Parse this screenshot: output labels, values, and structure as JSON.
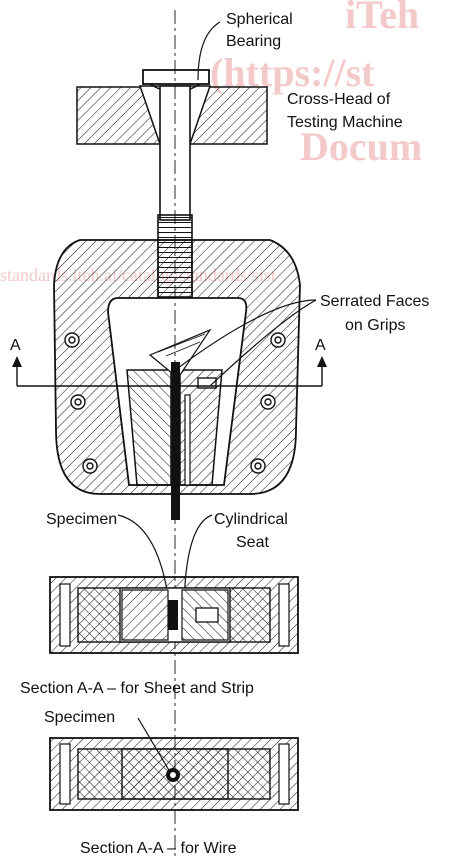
{
  "labels": {
    "spherical_bearing_1": "Spherical",
    "spherical_bearing_2": "Bearing",
    "cross_head_1": "Cross-Head of",
    "cross_head_2": "Testing Machine",
    "serrated_1": "Serrated Faces",
    "serrated_2": "on Grips",
    "a_left": "A",
    "a_right": "A",
    "specimen": "Specimen",
    "cylindrical_1": "Cylindrical",
    "cylindrical_2": "Seat",
    "section_sheet": "Section A-A – for Sheet and Strip",
    "specimen_wire": "Specimen",
    "section_wire": "Section A-A – for Wire"
  },
  "watermark": {
    "line1": "iTeh",
    "line2": "(https://st",
    "line3": "Docum",
    "line4": "standards.iteh.ai/catalog/standards/sist"
  },
  "colors": {
    "ink": "#111111",
    "watermark": "#f3c9c9"
  }
}
